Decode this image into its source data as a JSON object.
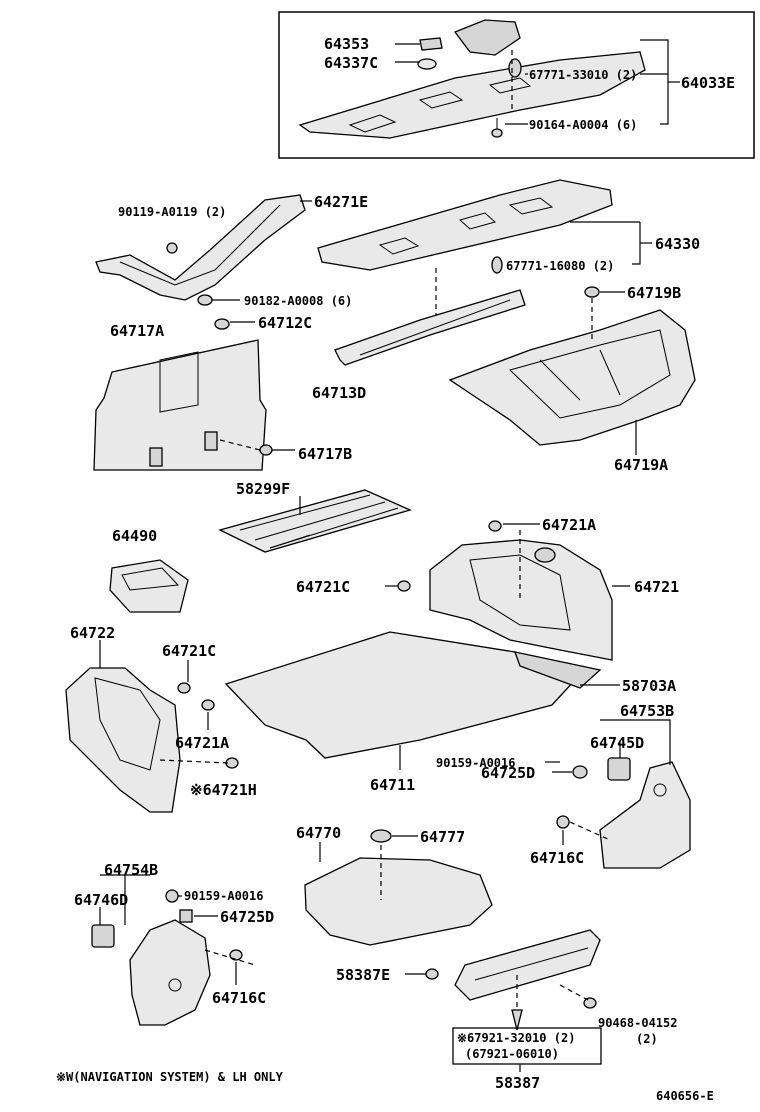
{
  "diagram": {
    "labels": {
      "p64353": "64353",
      "p64337C": "64337C",
      "p67771_33010": "67771-33010 (2)",
      "p64033E": "64033E",
      "p90164": "90164-A0004 (6)",
      "p90119": "90119-A0119 (2)",
      "p64271E": "64271E",
      "p64330": "64330",
      "p67771_16080": "67771-16080 (2)",
      "p90182": "90182-A0008 (6)",
      "p64719B": "64719B",
      "p64717A": "64717A",
      "p64712C": "64712C",
      "p64713D": "64713D",
      "p64719A": "64719A",
      "p64717B": "64717B",
      "p58299F": "58299F",
      "p64490": "64490",
      "p64721A_top": "64721A",
      "p64721C_mid": "64721C",
      "p64721": "64721",
      "p64722": "64722",
      "p64721C_left": "64721C",
      "p58703A": "58703A",
      "p64753B": "64753B",
      "p64721A_left": "64721A",
      "p90159_right": "90159-A0016",
      "p64745D": "64745D",
      "p64725D_right": "64725D",
      "p64711": "64711",
      "p64721H": "※64721H",
      "p64770": "64770",
      "p64777": "64777",
      "p64716C_right": "64716C",
      "p64754B": "64754B",
      "p90159_left": "90159-A0016",
      "p64746D": "64746D",
      "p64725D_left": "64725D",
      "p64716C_left": "64716C",
      "p58387E": "58387E",
      "p90468": "90468-04152",
      "p90468_qty": "(2)",
      "p67921_32010": "※67921-32010 (2)",
      "p67921_06010": "(67921-06010)",
      "p58387": "58387"
    },
    "footnote": "※W(NAVIGATION SYSTEM) & LH ONLY",
    "figure_code": "640656-E"
  }
}
